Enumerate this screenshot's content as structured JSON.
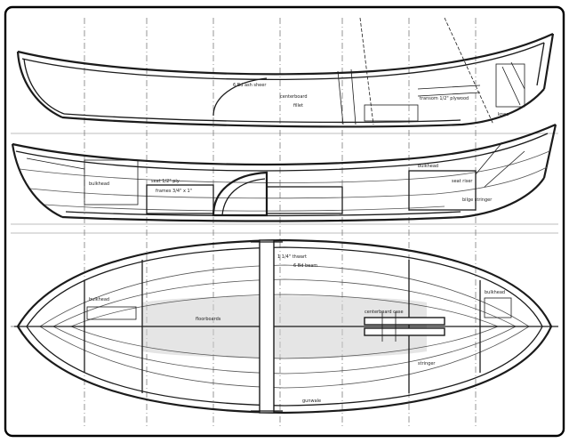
{
  "sheet": {
    "background": "#ffffff",
    "ink_color": "#1b1b1b",
    "border_color": "#000000"
  },
  "views": [
    {
      "name": "sheer-profile"
    },
    {
      "name": "inboard-profile"
    },
    {
      "name": "half-breadth-plan"
    }
  ],
  "notes": {
    "profile_top": [
      {
        "id": "n1",
        "text": "6 Bd ash sheer"
      },
      {
        "id": "n2",
        "text": "centerboard"
      },
      {
        "id": "n3",
        "text": "fillet"
      },
      {
        "id": "n4",
        "text": "transom 1/2\" plywood"
      },
      {
        "id": "n5",
        "text": "knee"
      }
    ],
    "profile_mid": [
      {
        "id": "m1",
        "text": "bulkhead"
      },
      {
        "id": "m2",
        "text": "seat 1/2\" ply"
      },
      {
        "id": "m3",
        "text": "frames 3/4\" x 1\""
      },
      {
        "id": "m4",
        "text": "bulkhead"
      },
      {
        "id": "m5",
        "text": "seat riser"
      },
      {
        "id": "m6",
        "text": "bilge stringer"
      }
    ],
    "plan": [
      {
        "id": "p1",
        "text": "bulkhead"
      },
      {
        "id": "p2",
        "text": "1 1/4\" thwart"
      },
      {
        "id": "p3",
        "text": "6 Bd beam"
      },
      {
        "id": "p4",
        "text": "floorboards"
      },
      {
        "id": "p5",
        "text": "centerboard case"
      },
      {
        "id": "p6",
        "text": "bulkhead"
      },
      {
        "id": "p7",
        "text": "stringer"
      },
      {
        "id": "p8",
        "text": "gunwale"
      }
    ]
  }
}
